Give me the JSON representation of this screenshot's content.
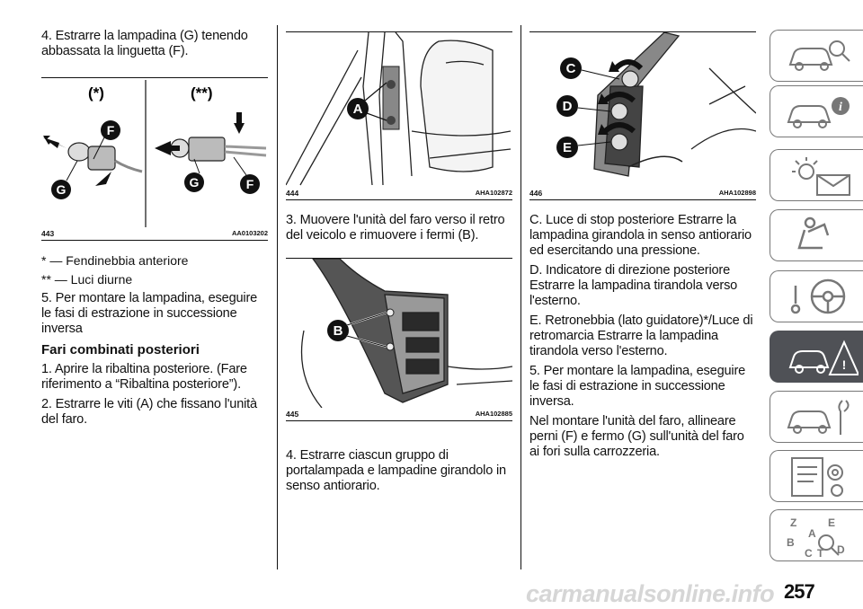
{
  "column1": {
    "step4": "4. Estrarre la lampadina (G) tenendo abbassata la linguetta (F).",
    "fig443": {
      "label_left": "(*)",
      "label_right": "(**)",
      "callouts": [
        "F",
        "G",
        "G",
        "F"
      ],
      "number": "443",
      "code": "AA0103202"
    },
    "note1": "* — Fendinebbia anteriore",
    "note2": "** — Luci diurne",
    "step5": "5. Per montare la lampadina, eseguire le fasi di estrazione in successione inversa",
    "heading": "Fari combinati posteriori",
    "step1": "1. Aprire la ribaltina posteriore. (Fare riferimento a “Ribaltina posteriore”).",
    "step2": "2. Estrarre le viti (A) che fissano l'unità del faro."
  },
  "column2": {
    "fig444": {
      "callout": "A",
      "number": "444",
      "code": "AHA102872"
    },
    "step3": "3. Muovere l'unità del faro verso il retro del veicolo e rimuovere i fermi (B).",
    "fig445": {
      "callout": "B",
      "number": "445",
      "code": "AHA102885"
    },
    "step4": "4. Estrarre ciascun gruppo di portalampada e lampadine girandolo in senso antiorario."
  },
  "column3": {
    "fig446": {
      "callouts": [
        "C",
        "D",
        "E"
      ],
      "number": "446",
      "code": "AHA102898"
    },
    "c": "C. Luce di stop posteriore Estrarre la lampadina girandola in senso antiorario ed esercitando una pressione.",
    "d": "D. Indicatore di direzione posteriore Estrarre la lampadina tirandola verso l'esterno.",
    "e": "E. Retronebbia (lato guidatore)*/Luce di retromarcia Estrarre la lampadina tirandola verso l'esterno.",
    "step5": "5. Per montare la lampadina, eseguire le fasi di estrazione in successione inversa.",
    "final": "Nel montare l'unità del faro, allineare perni (F) e fermo (G) sull'unità del faro ai fori sulla carrozzeria."
  },
  "sidebar": {
    "tabs": [
      {
        "icon": "car-search-icon"
      },
      {
        "icon": "car-info-icon"
      },
      {
        "icon": "lights-message-icon"
      },
      {
        "icon": "seat-airbag-icon"
      },
      {
        "icon": "steering-key-icon"
      },
      {
        "icon": "car-warning-icon",
        "active": true
      },
      {
        "icon": "car-service-icon"
      },
      {
        "icon": "document-gear-icon"
      },
      {
        "icon": "alphabet-index-icon"
      }
    ],
    "active_color": "#4f5156"
  },
  "page_number": "257",
  "watermark": "carmanualsonline.info"
}
